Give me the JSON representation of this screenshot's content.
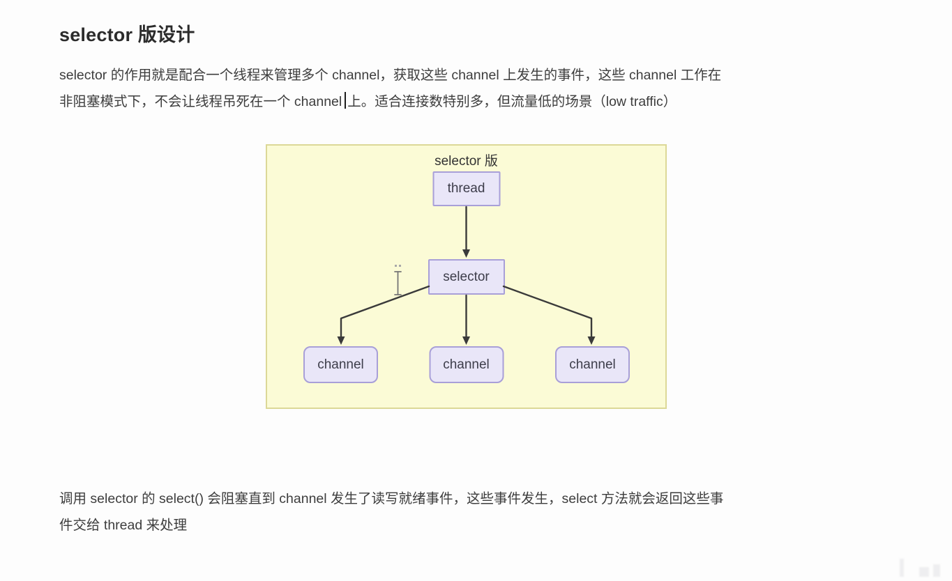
{
  "heading": "selector 版设计",
  "intro": {
    "line1": "selector 的作用就是配合一个线程来管理多个 channel，获取这些 channel 上发生的事件，这些 channel 工作在",
    "line2_before_caret": "非阻塞模式下，不会让线程吊死在一个 channel",
    "line2_after_caret": "上。适合连接数特别多，但流量低的场景（low traffic）"
  },
  "diagram": {
    "title": "selector 版",
    "nodes": {
      "thread": "thread",
      "selector": "selector",
      "channel_1": "channel",
      "channel_2": "channel",
      "channel_3": "channel"
    },
    "colors": {
      "panel_bg": "#fbfbd6",
      "panel_border": "#dcd897",
      "node_fill": "#e9e6f8",
      "node_border": "#a89fd8",
      "arrow": "#3a3a3a",
      "ibeam_cursor": "#757575"
    },
    "icons": {
      "ibeam": "i-beam-text-cursor",
      "arrowhead": "solid-down-triangle"
    }
  },
  "outro": {
    "line1": "调用 selector 的 select() 会阻塞直到 channel 发生了读写就绪事件，这些事件发生，select 方法就会返回这些事",
    "line2": "件交给 thread 来处理"
  }
}
